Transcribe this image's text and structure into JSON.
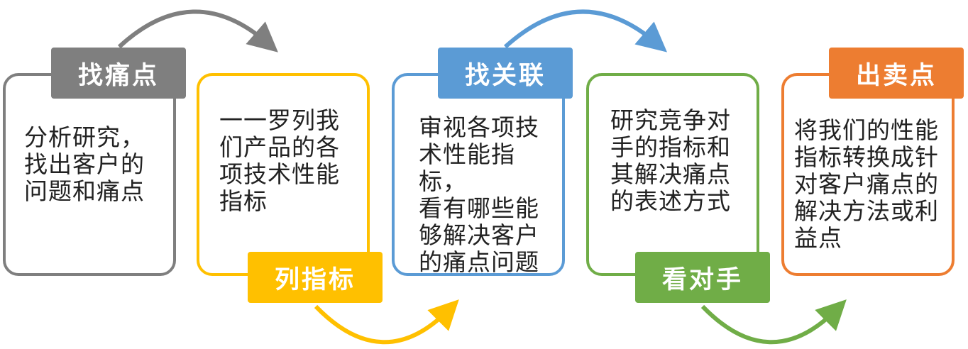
{
  "steps": [
    {
      "title": "找痛点",
      "body": "分析研究，\n找出客户的\n问题和痛点",
      "color": "#7f7f7f",
      "tag_position": "top"
    },
    {
      "title": "列指标",
      "body": "一一罗列我\n们产品的各\n项技术性能\n指标",
      "color": "#ffc000",
      "tag_position": "bottom"
    },
    {
      "title": "找关联",
      "body": "审视各项技\n术性能指标，\n看有哪些能\n够解决客户\n的痛点问题",
      "color": "#5b9bd5",
      "tag_position": "top"
    },
    {
      "title": "看对手",
      "body": "研究竞争对\n手的指标和\n其解决痛点\n的表述方式",
      "color": "#70ad47",
      "tag_position": "bottom"
    },
    {
      "title": "出卖点",
      "body": "将我们的性能\n指标转换成针\n对客户痛点的\n解决方法或利\n益点",
      "color": "#ed7d31",
      "tag_position": "top"
    }
  ]
}
